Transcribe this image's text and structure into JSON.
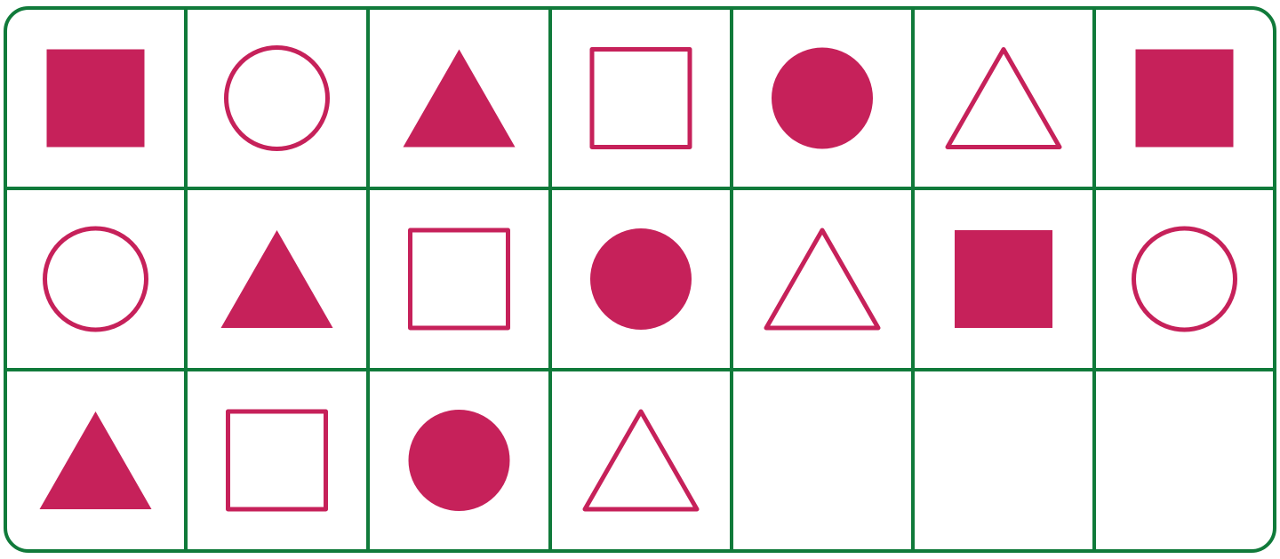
{
  "colors": {
    "grid": "#107a3a",
    "shape": "#c6215a",
    "background": "#ffffff"
  },
  "grid": {
    "rows": 3,
    "columns": 7
  },
  "cells": [
    [
      "filled-square",
      "outline-circle",
      "filled-triangle",
      "outline-square",
      "filled-circle",
      "outline-triangle",
      "filled-square"
    ],
    [
      "outline-circle",
      "filled-triangle",
      "outline-square",
      "filled-circle",
      "outline-triangle",
      "filled-square",
      "outline-circle"
    ],
    [
      "filled-triangle",
      "outline-square",
      "filled-circle",
      "outline-triangle",
      null,
      null,
      null
    ]
  ]
}
